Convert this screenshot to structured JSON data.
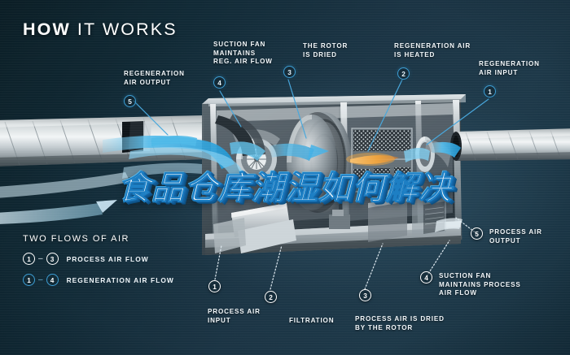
{
  "page": {
    "title": "HOW IT WORKS",
    "title_bold": "HOW",
    "title_light": "IT WORKS",
    "headline_cn": "食品仓库潮湿如何解决",
    "background_color": "#1a303d",
    "accent_color": "#3d9fd6",
    "text_color": "#f2f7fa"
  },
  "callouts": [
    {
      "id": "regeneration-air-output",
      "badge": "5",
      "style": "blue",
      "text": "REGENERATION\nAIR OUTPUT"
    },
    {
      "id": "suction-fan-reg",
      "badge": "4",
      "style": "blue",
      "text": "SUCTION FAN\nMAINTAINS\nREG. AIR FLOW"
    },
    {
      "id": "the-rotor-is-dried",
      "badge": "3",
      "style": "blue",
      "text": "THE ROTOR\nIS DRIED"
    },
    {
      "id": "regeneration-air-heated",
      "badge": "2",
      "style": "blue",
      "text": "REGENERATION AIR\nIS HEATED"
    },
    {
      "id": "regeneration-air-input",
      "badge": "1",
      "style": "blue",
      "text": "REGENERATION\nAIR INPUT"
    },
    {
      "id": "process-air-output",
      "badge": "5",
      "style": "white",
      "text": "PROCESS AIR\nOUTPUT"
    },
    {
      "id": "suction-fan-process",
      "badge": "4",
      "style": "white",
      "text": "SUCTION FAN\nMAINTAINS PROCESS\nAIR FLOW"
    },
    {
      "id": "process-air-dried",
      "badge": "3",
      "style": "white",
      "text": "PROCESS AIR IS DRIED\nBY THE ROTOR"
    },
    {
      "id": "filtration",
      "badge": "2",
      "style": "white",
      "text": "FILTRATION"
    },
    {
      "id": "process-air-input",
      "badge": "1",
      "style": "white",
      "text": "PROCESS AIR\nINPUT"
    }
  ],
  "legend": {
    "title": "TWO FLOWS OF AIR",
    "rows": [
      {
        "from": "1",
        "to": "3",
        "dash": "–",
        "label": "PROCESS AIR FLOW",
        "style": "white"
      },
      {
        "from": "1",
        "to": "4",
        "dash": "–",
        "label": "REGENERATION AIR FLOW",
        "style": "blue"
      }
    ]
  }
}
